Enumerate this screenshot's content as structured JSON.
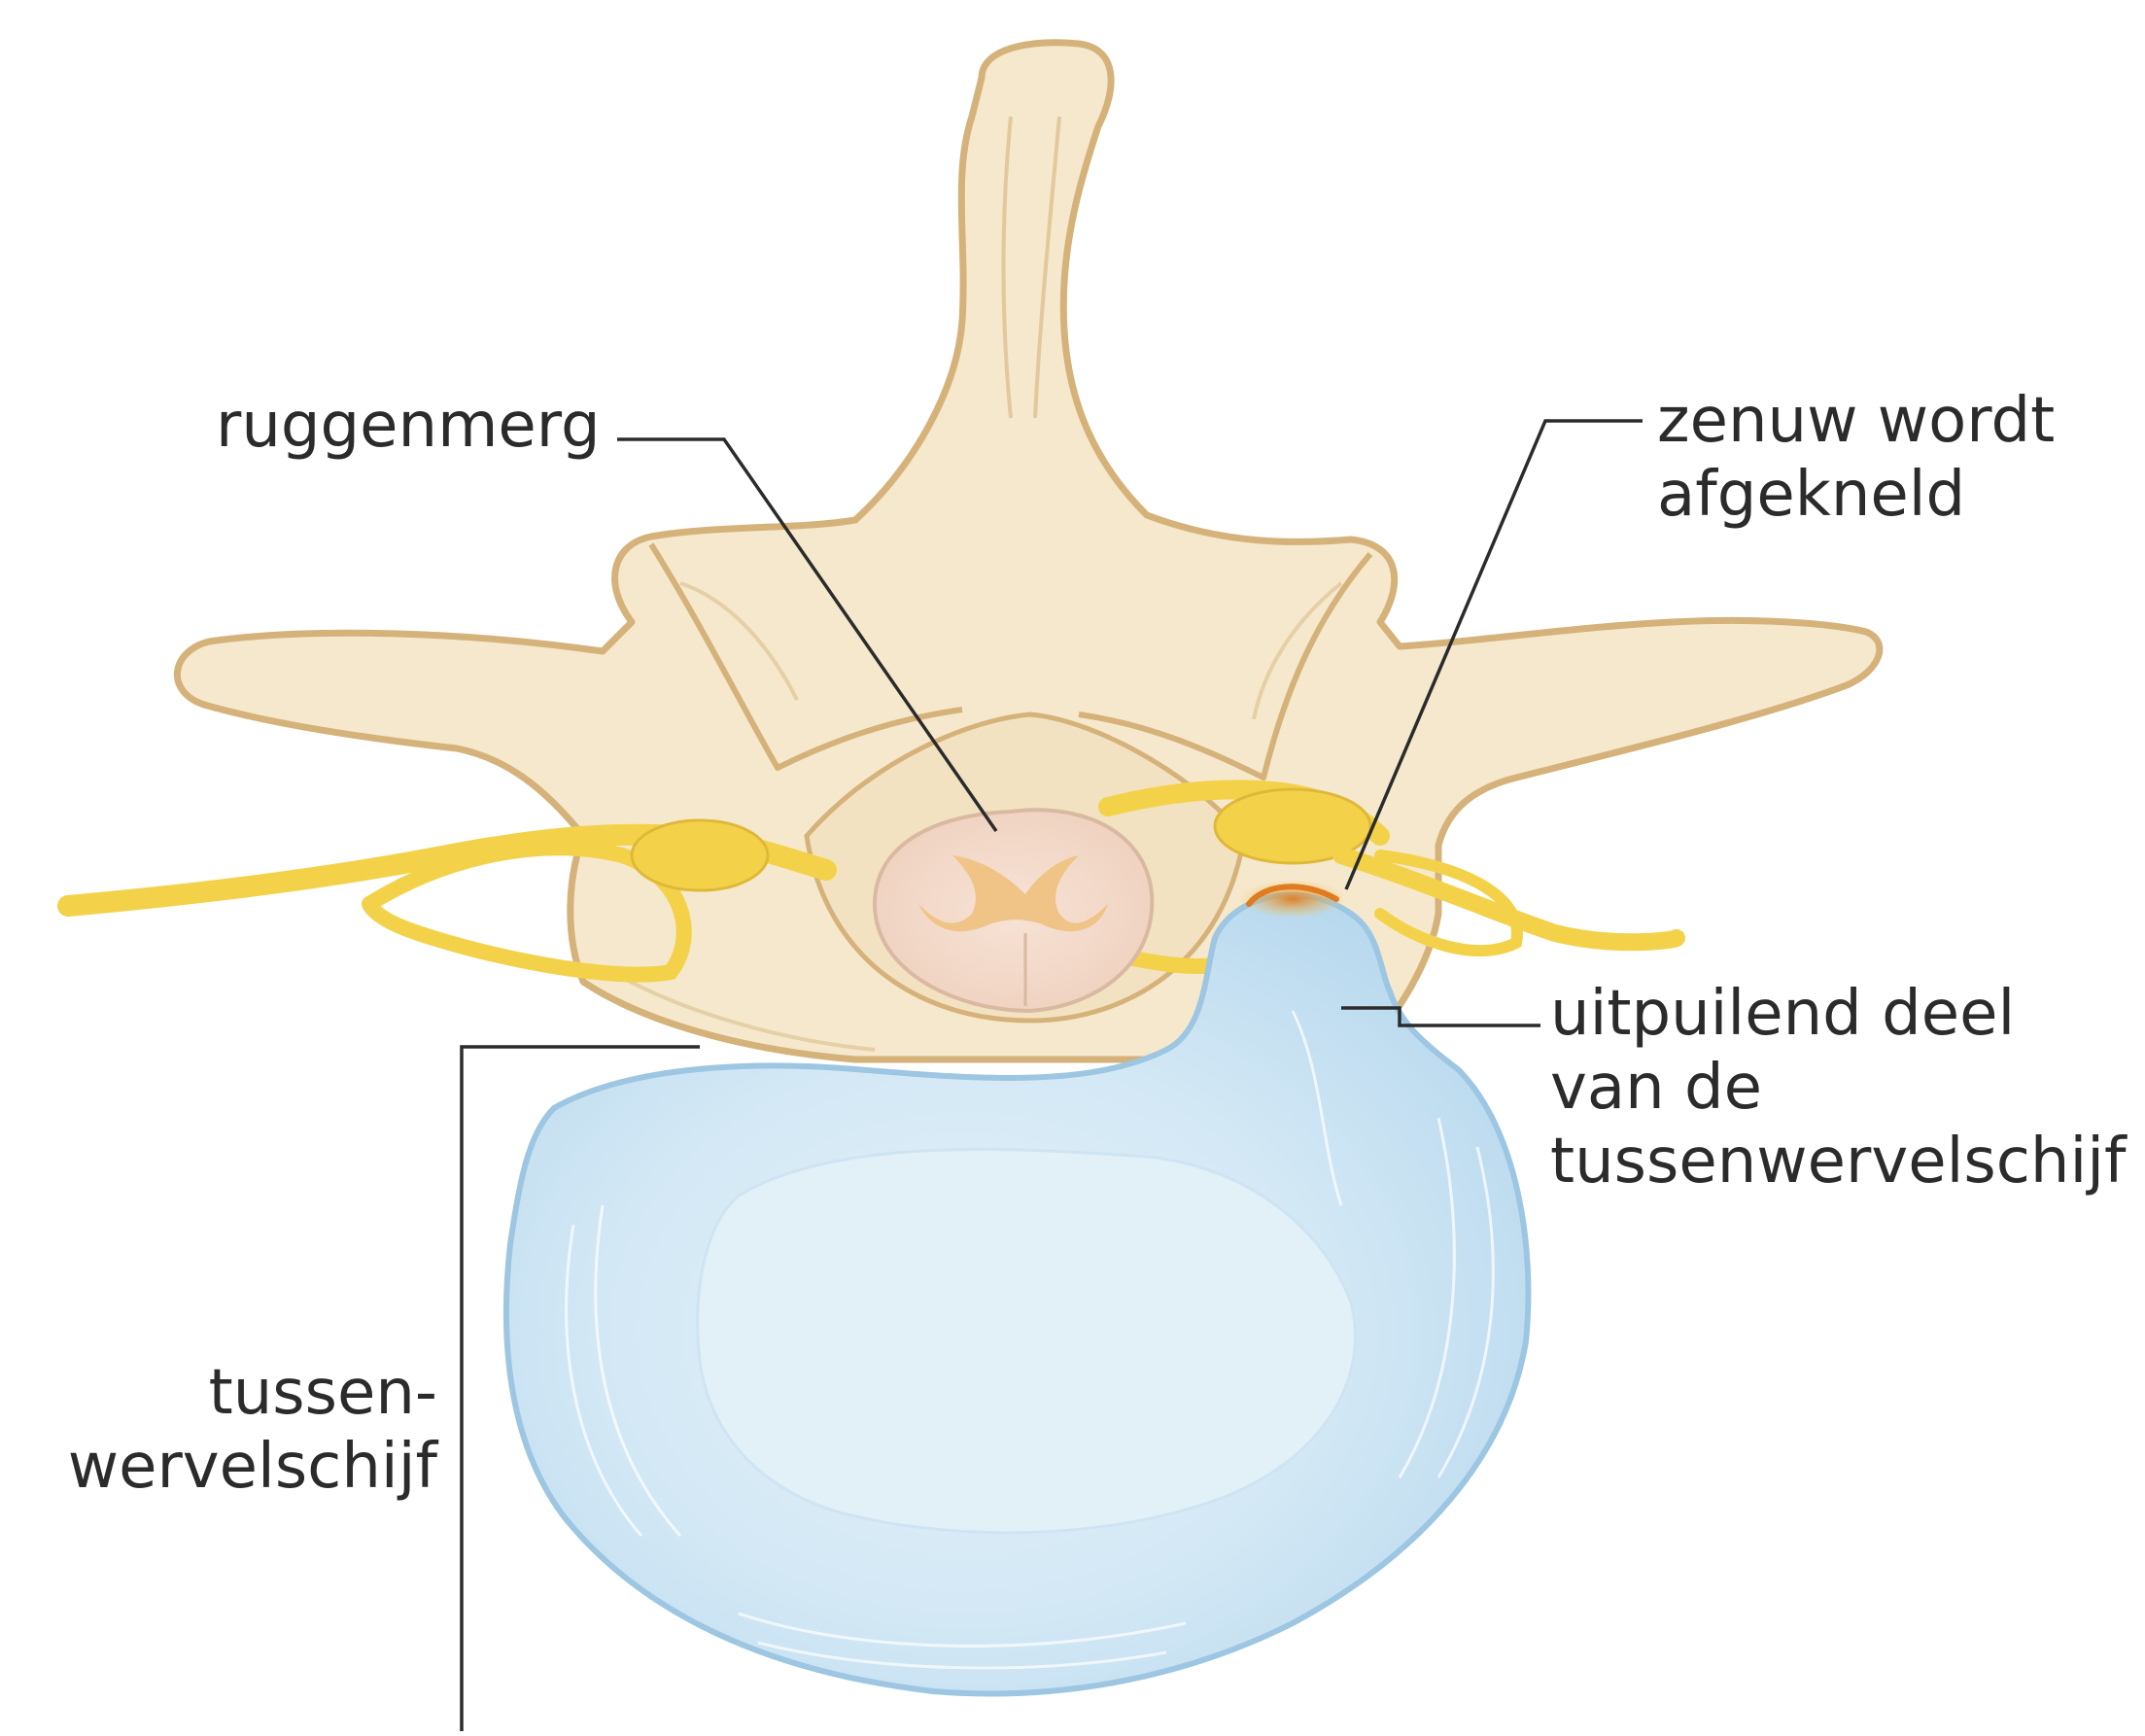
{
  "labels": {
    "spinal_cord": "ruggenmerg",
    "nerve_pinched": {
      "line1": "zenuw wordt",
      "line2": "afgekneld"
    },
    "bulging_part": {
      "line1": "uitpuilend deel",
      "line2": "van de",
      "line3": "tussenwervelschijf"
    },
    "disc": {
      "line1": "tussen-",
      "line2": "wervelschijf"
    }
  },
  "colors": {
    "bone_fill": "#f6e8cc",
    "bone_outline": "#d5b27a",
    "nerve_yellow": "#f3d24a",
    "disc_blue": "#c6e0f0",
    "disc_inner": "#e0eff8",
    "disc_outline": "#9dc6e2",
    "cord_pink": "#f2d9c9",
    "cord_grey_matter": "#efc486",
    "compression": "#e8a33a",
    "leader_line": "#2b2b2b"
  }
}
